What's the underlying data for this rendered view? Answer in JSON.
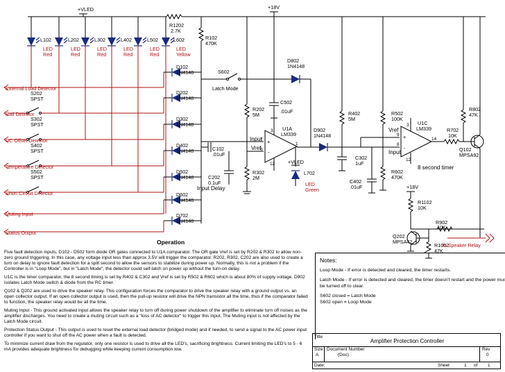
{
  "supply": {
    "vled": "+VLED",
    "v18": "+18V"
  },
  "leds": [
    {
      "ref": "L102",
      "name": "LED",
      "color_name": "Red"
    },
    {
      "ref": "L202",
      "name": "LED",
      "color_name": "Red"
    },
    {
      "ref": "L302",
      "name": "LED",
      "color_name": "Red"
    },
    {
      "ref": "L402",
      "name": "LED",
      "color_name": "Red"
    },
    {
      "ref": "L502",
      "name": "LED",
      "color_name": "Red"
    },
    {
      "ref": "L602",
      "name": "LED",
      "color_name": "Yellow"
    }
  ],
  "inputs": [
    {
      "label": "External Load Detector",
      "switch": "",
      "switch_type": ""
    },
    {
      "label": "Rail Detector",
      "switch": "S202",
      "switch_type": "SPST"
    },
    {
      "label": "DC Offset Detector",
      "switch": "S302",
      "switch_type": "SPST"
    },
    {
      "label": "Temperature Detector",
      "switch": "S402",
      "switch_type": "SPST"
    },
    {
      "label": "Short Circuit Detector",
      "switch": "S502",
      "switch_type": "SPST"
    },
    {
      "label": "Muting Input",
      "switch": "",
      "switch_type": ""
    },
    {
      "label": "Status Output",
      "switch": "",
      "switch_type": ""
    }
  ],
  "diodes": [
    {
      "ref": "D102",
      "part": "1N4148"
    },
    {
      "ref": "D202",
      "part": "1N4148"
    },
    {
      "ref": "D302",
      "part": "1N4148"
    },
    {
      "ref": "D402",
      "part": "1N4148"
    },
    {
      "ref": "D502",
      "part": "1N4148"
    },
    {
      "ref": "D602",
      "part": "1N4148"
    },
    {
      "ref": "D702",
      "part": "1N4148"
    }
  ],
  "components": {
    "r1202": {
      "ref": "R1202",
      "value": "2.7K"
    },
    "r102": {
      "ref": "R102",
      "value": "470K"
    },
    "s602": {
      "ref": "S602",
      "label": "Latch Mode"
    },
    "d802": {
      "ref": "D802",
      "part": "1N4148"
    },
    "r202": {
      "ref": "R202",
      "value": "5M"
    },
    "c502": {
      "ref": "C502",
      "value": ".01uF"
    },
    "c102": {
      "ref": "C102",
      "value": ".01uF"
    },
    "c202": {
      "ref": "C202",
      "value": "0.1uF"
    },
    "input_delay": "Input Delay",
    "r302": {
      "ref": "R302",
      "value": "2M"
    },
    "u1a": {
      "ref": "U1A",
      "part": "LM339"
    },
    "d902": {
      "ref": "D902",
      "part": "1N4148"
    },
    "l702": {
      "ref": "L702",
      "name": "LED",
      "color_name": "Green"
    },
    "r402": {
      "ref": "R402",
      "value": "5M"
    },
    "c302": {
      "ref": "C302",
      "value": "1uF"
    },
    "c402": {
      "ref": "C402",
      "value": ".01uF"
    },
    "r502": {
      "ref": "R502",
      "value": "100K"
    },
    "r602": {
      "ref": "R602",
      "value": "470K"
    },
    "u1c": {
      "ref": "U1C",
      "part": "LM339"
    },
    "r802": {
      "ref": "R802",
      "value": "47K"
    },
    "r702": {
      "ref": "R702",
      "value": "10K"
    },
    "q102": {
      "ref": "Q102",
      "part": "MPSA92"
    },
    "timer_label": "8 second timer",
    "r1102": {
      "ref": "R1102",
      "value": "10K"
    },
    "q202": {
      "ref": "Q202",
      "part": "MPSA42"
    },
    "r902": {
      "ref": "R902",
      "value": "10K"
    },
    "r1002": {
      "ref": "R1002",
      "value": "47K"
    },
    "relay_label": "To Speaker Relay",
    "u1a_pins": {
      "plus": "+",
      "minus": "-",
      "p7": "7",
      "p6": "6",
      "p1": "1",
      "p3": "3",
      "p12": "12"
    },
    "u1c_pins": {
      "p9": "9",
      "p8": "8",
      "p14": "14",
      "p3": "3",
      "p12": "12"
    },
    "net_input": "Input",
    "net_vref": "Vref",
    "plus": "+",
    "minus": "-"
  },
  "operation": {
    "heading": "Operation",
    "paragraphs": [
      "Five fault detection inputs. D102 - D502 form diode OR gates connected to U1A comparator. The OR gate Vref is set by R202 & R302 to allow non-zero ground triggering. In this case, any voltage input less than approx 3.5V will trigger the comparator. R202, R302, C202 are also used to create a turn on delay to ignore fault detection for a split second to allow the sensors to stabilize during power up. Normally, this is not a problem if the Controller is in \"Loop Mode\", but in \"Latch Mode\", the detector could self-latch on power up without the turn-on delay.",
      "U1C is the timer comparator, the 8 second timing is set by R402 & C302 and Vref is set by R502 & R602 which is about 80% of supply voltage. D902 isolates Latch Mode switch & diode from the RC timer.",
      "Q102 & Q202 are used to drive the speaker relay. This configuration forces the comparator to drive the speaker relay with a ground output vs. an open collector output. If an open collector output is used, then the pull-up resistor will drive the NPN transistor all the time, thus if the comparator failed to function, the speaker relay would be all the time.",
      "Muting Input - This ground activated input allows the speaker relay to turn off during power shutdown of the amplifier to eliminate turn off noises as the amplifier discharges. You need to create a muting circuit such as a \"loss of AC detector\" to trigger this input. The Muting input is not affected by the Latch Mode circuit.",
      "Protection Status Output - This output is used to reset the external load detector (bridged mode) and if needed, to send a signal to the AC power input controller if you want to shut off the AC power when a fault is detected.",
      "To minimize current draw from the regulator, only one resistor is used to drive all the LED's, sacrificing brightness. Current limiting the LED's to 5 - 6 mA provides adequate brightness for debugging while keeping current consumption low."
    ]
  },
  "notes": {
    "heading": "Notes:",
    "loop": "Loop Mode - If error is detected and cleared, the timer restarts.",
    "latch": "Latch Mode - If error is detected and cleared, the timer doesn't restart and the power must be turned off to clear.",
    "s_closed": "S602 closed = Latch Mode",
    "s_open": "S602 open = Loop Mode"
  },
  "titleblock": {
    "title_label": "Title",
    "title": "Amplifier Protection Controller",
    "size_label": "Size",
    "size": "A",
    "docnum_label": "Document Number",
    "docnum": "(Doc)",
    "rev_label": "Rev",
    "rev": "0",
    "date_label": "Date:",
    "sheet_label": "Sheet",
    "sheet": "1",
    "of_label": "of",
    "sheets": "1"
  }
}
